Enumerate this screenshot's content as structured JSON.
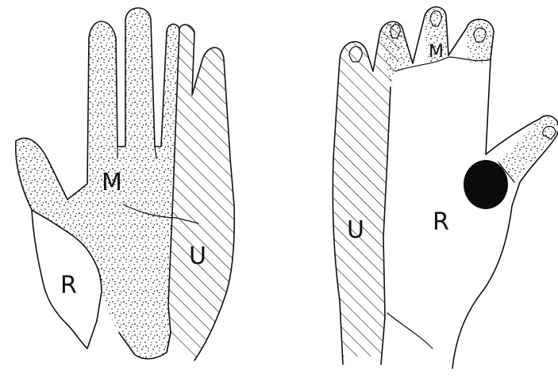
{
  "figure": {
    "palmar_view": {
      "labels": {
        "median": "M",
        "ulnar": "U",
        "radial": "R"
      }
    },
    "dorsal_view": {
      "labels": {
        "median": "M",
        "ulnar": "U",
        "radial": "R"
      }
    },
    "legend": {
      "median_fill": "stippled",
      "ulnar_fill": "diagonal-hatching",
      "radial_fill": "plain",
      "lesion_fill": "solid-black"
    },
    "colors": {
      "ink": "#111111",
      "paper": "#ffffff"
    }
  }
}
